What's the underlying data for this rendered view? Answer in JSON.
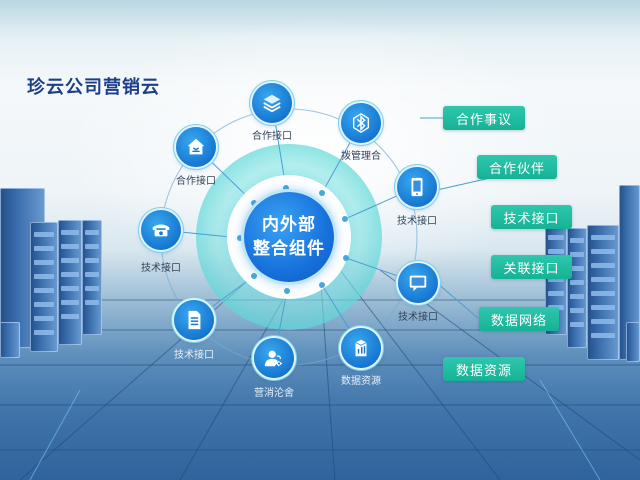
{
  "title": "珍云公司营销云",
  "center": {
    "line1": "内外部",
    "line2": "整合组件"
  },
  "nodes": [
    {
      "label": "合作接口",
      "icon": "layers-icon"
    },
    {
      "label": "拨管理合",
      "icon": "bluetooth-icon"
    },
    {
      "label": "合作接口",
      "icon": "house-icon"
    },
    {
      "label": "技术接口",
      "icon": "mobile-phone-icon"
    },
    {
      "label": "技术接口",
      "icon": "telephone-icon"
    },
    {
      "label": "技术接口",
      "icon": "chat-monitor-icon"
    },
    {
      "label": "技术接口",
      "icon": "document-icon"
    },
    {
      "label": "营消沦舍",
      "icon": "user-tag-icon"
    },
    {
      "label": "数据资源",
      "icon": "building-icon"
    }
  ],
  "tags": [
    {
      "label": "合作事议"
    },
    {
      "label": "合作伙伴"
    },
    {
      "label": "技术接口"
    },
    {
      "label": "关联接口"
    },
    {
      "label": "数据网络"
    },
    {
      "label": "数据资源"
    }
  ],
  "colors": {
    "title": "#1c3f8a",
    "core_blue": "#1771dc",
    "tag_teal": "#1fb89c",
    "ring_teal": "#78e1e1",
    "node_blue": "#1677d2"
  }
}
